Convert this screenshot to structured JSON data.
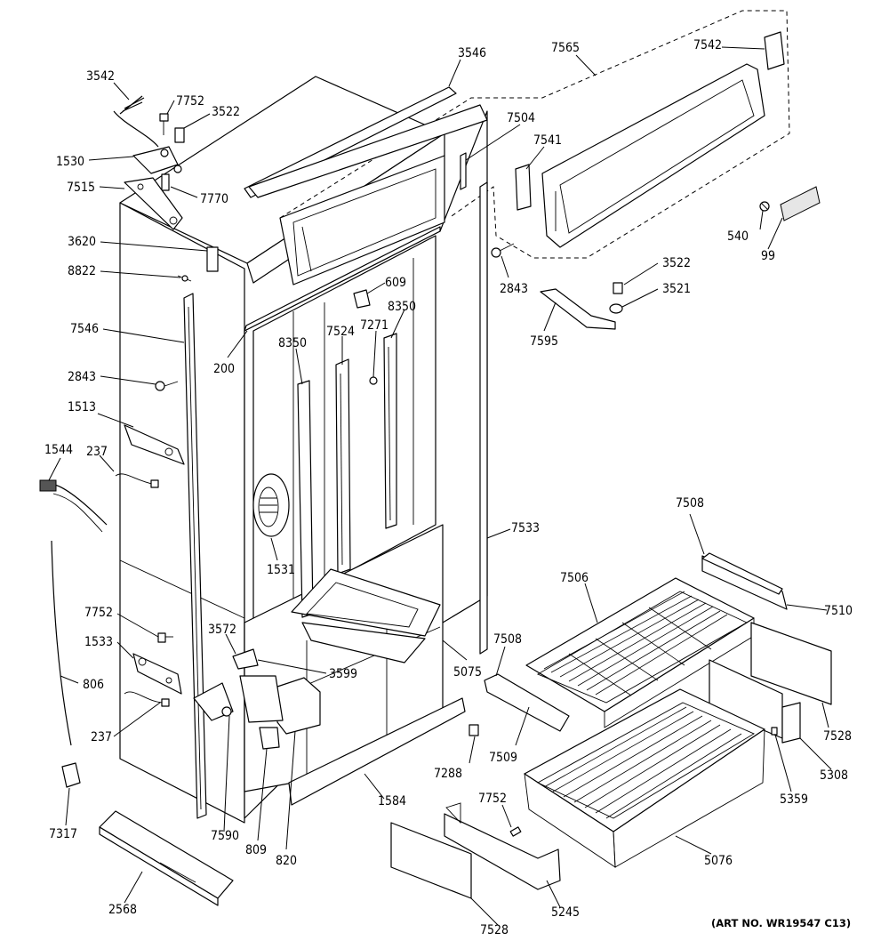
{
  "diagram": {
    "art_number": "(ART NO. WR19547 C13)",
    "callouts": [
      {
        "id": "c3542a",
        "text": "3542"
      },
      {
        "id": "c7752a",
        "text": "7752"
      },
      {
        "id": "c3522a",
        "text": "3522"
      },
      {
        "id": "c3546",
        "text": "3546"
      },
      {
        "id": "c7565",
        "text": "7565"
      },
      {
        "id": "c7542",
        "text": "7542"
      },
      {
        "id": "c1530",
        "text": "1530"
      },
      {
        "id": "c7515",
        "text": "7515"
      },
      {
        "id": "c7770",
        "text": "7770"
      },
      {
        "id": "c7504",
        "text": "7504"
      },
      {
        "id": "c7541",
        "text": "7541"
      },
      {
        "id": "c3620",
        "text": "3620"
      },
      {
        "id": "c8822",
        "text": "8822"
      },
      {
        "id": "c609",
        "text": "609"
      },
      {
        "id": "c2843a",
        "text": "2843"
      },
      {
        "id": "c540",
        "text": "540"
      },
      {
        "id": "c99",
        "text": "99"
      },
      {
        "id": "c3522b",
        "text": "3522"
      },
      {
        "id": "c3521",
        "text": "3521"
      },
      {
        "id": "c7271",
        "text": "7271"
      },
      {
        "id": "c8350a",
        "text": "8350"
      },
      {
        "id": "c7546",
        "text": "7546"
      },
      {
        "id": "c8350b",
        "text": "8350"
      },
      {
        "id": "c7524",
        "text": "7524"
      },
      {
        "id": "c7595",
        "text": "7595"
      },
      {
        "id": "c200",
        "text": "200"
      },
      {
        "id": "c2843b",
        "text": "2843"
      },
      {
        "id": "c1513",
        "text": "1513"
      },
      {
        "id": "c1544",
        "text": "1544"
      },
      {
        "id": "c237a",
        "text": "237"
      },
      {
        "id": "c7508a",
        "text": "7508"
      },
      {
        "id": "c7533",
        "text": "7533"
      },
      {
        "id": "c1531",
        "text": "1531"
      },
      {
        "id": "c7506",
        "text": "7506"
      },
      {
        "id": "c7510",
        "text": "7510"
      },
      {
        "id": "c7752b",
        "text": "7752"
      },
      {
        "id": "c3572",
        "text": "3572"
      },
      {
        "id": "c1533",
        "text": "1533"
      },
      {
        "id": "c7508b",
        "text": "7508"
      },
      {
        "id": "c3599",
        "text": "3599"
      },
      {
        "id": "c5075",
        "text": "5075"
      },
      {
        "id": "c806",
        "text": "806"
      },
      {
        "id": "c7528a",
        "text": "7528"
      },
      {
        "id": "c237b",
        "text": "237"
      },
      {
        "id": "c7509",
        "text": "7509"
      },
      {
        "id": "c7288",
        "text": "7288"
      },
      {
        "id": "c5308",
        "text": "5308"
      },
      {
        "id": "c5359",
        "text": "5359"
      },
      {
        "id": "c1584",
        "text": "1584"
      },
      {
        "id": "c7752c",
        "text": "7752"
      },
      {
        "id": "c7317",
        "text": "7317"
      },
      {
        "id": "c7590",
        "text": "7590"
      },
      {
        "id": "c809",
        "text": "809"
      },
      {
        "id": "c820",
        "text": "820"
      },
      {
        "id": "c5076",
        "text": "5076"
      },
      {
        "id": "c2568",
        "text": "2568"
      },
      {
        "id": "c5245",
        "text": "5245"
      },
      {
        "id": "c7528b",
        "text": "7528"
      }
    ]
  }
}
